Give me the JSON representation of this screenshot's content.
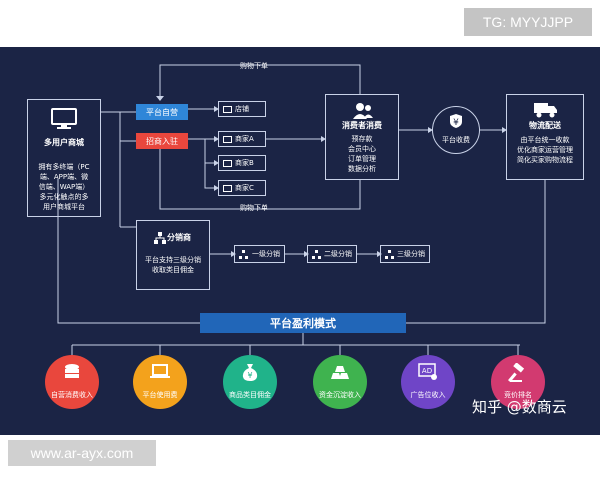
{
  "watermarks": {
    "top": "TG: MYYJJPP",
    "bottom": "www.ar-ayx.com"
  },
  "diagram": {
    "multi_user_mall": {
      "title": "多用户商城",
      "desc_lines": [
        "拥有多终端（PC",
        "端、APP端、微",
        "信端、WAP端）",
        "多元化触点的多",
        "用户商城平台"
      ],
      "icon": "monitor-icon"
    },
    "platform_self": "平台自营",
    "merchant_join": "招商入驻",
    "store": "店铺",
    "merchants": [
      "商家A",
      "商家B",
      "商家C"
    ],
    "purchase_order": "购物下单",
    "consumer": {
      "title": "消费者消费",
      "lines": [
        "预存款",
        "会员中心",
        "订单管理",
        "数据分析"
      ],
      "icon": "users-icon"
    },
    "platform_fee": {
      "label": "平台收费",
      "icon": "yen-shield-icon"
    },
    "logistics": {
      "title": "物流配送",
      "lines": [
        "由平台统一收款",
        "优化商家运营管理",
        "简化买家购物流程"
      ],
      "icon": "truck-icon"
    },
    "distributor": {
      "title": "分销商",
      "lines": [
        "平台支持三级分销",
        "收取类目佣金"
      ],
      "icon": "org-icon"
    },
    "levels": [
      "一级分销",
      "二级分销",
      "三级分销"
    ],
    "banner": "平台盈利模式",
    "revenue": [
      {
        "label": "自营消费收入",
        "color": "#e9473d",
        "icon": "database-icon"
      },
      {
        "label": "平台使用费",
        "color": "#f3a21c",
        "icon": "laptop-icon"
      },
      {
        "label": "商品类目佣金",
        "color": "#20b38a",
        "icon": "moneybag-icon"
      },
      {
        "label": "资金沉淀收入",
        "color": "#3fb34f",
        "icon": "gold-bars-icon"
      },
      {
        "label": "广告位收入",
        "color": "#6f45c7",
        "icon": "ad-icon"
      },
      {
        "label": "竞价排名",
        "color": "#d23a70",
        "icon": "gavel-icon"
      }
    ],
    "zhihu": "知乎 @数商云"
  }
}
